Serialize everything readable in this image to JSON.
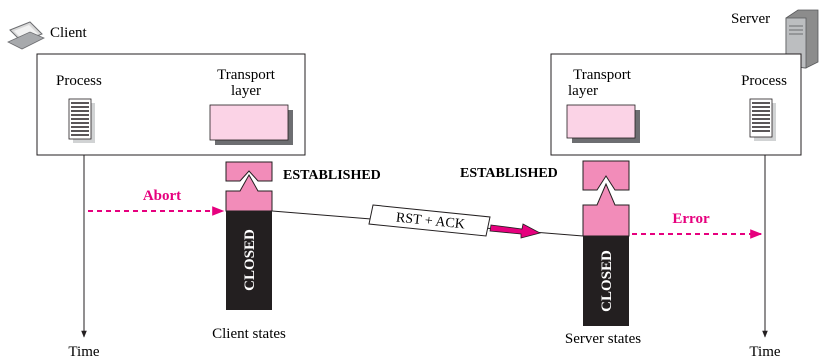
{
  "client": {
    "label": "Client",
    "process_label": "Process",
    "transport_line1": "Transport",
    "transport_line2": "layer",
    "states_label": "Client states",
    "time_label": "Time",
    "icon": "laptop-icon"
  },
  "server": {
    "label": "Server",
    "process_label": "Process",
    "transport_line1": "Transport",
    "transport_line2": "layer",
    "states_label": "Server states",
    "time_label": "Time",
    "icon": "server-tower-icon"
  },
  "states": {
    "established": "ESTABLISHED",
    "closed": "CLOSED"
  },
  "events": {
    "abort": "Abort",
    "error": "Error",
    "segment": "RST + ACK"
  },
  "colors": {
    "accent": "#e6007e",
    "state_pink": "#f28cb9",
    "transport_pink": "#fbd3e6",
    "closed_black": "#231f20"
  }
}
